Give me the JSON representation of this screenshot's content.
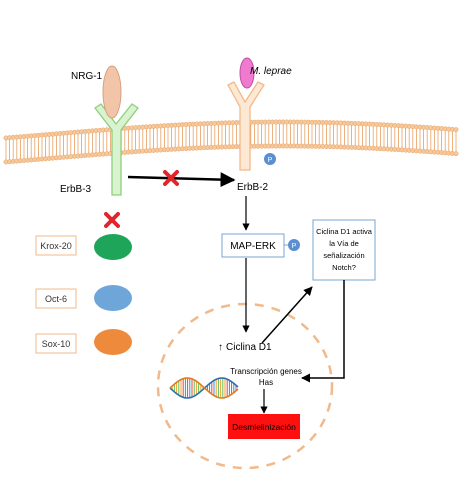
{
  "ligands": {
    "nrg1": "NRG-1",
    "mleprae": "M. leprae"
  },
  "receptors": {
    "erbb3": "ErbB-3",
    "erbb2": "ErbB-2"
  },
  "phospho_label": "P",
  "pathway": {
    "map_erk": "MAP-ERK",
    "cyclin_box_lines": [
      "Ciclina D1 activa",
      "la Vía de",
      "señalización",
      "Notch?"
    ],
    "cyclin_d1": "Ciclina D1",
    "up_arrow": "↑",
    "transcription_lines": [
      "Transcripción genes",
      "Has"
    ],
    "demyelination": "Desmielinización"
  },
  "transcription_factors": [
    {
      "label": "Krox-20",
      "color": "#1fa55a"
    },
    {
      "label": "Oct-6",
      "color": "#6fa6d9"
    },
    {
      "label": "Sox-10",
      "color": "#ee8a3c"
    }
  ],
  "colors": {
    "membrane": "#f6c89a",
    "membrane_edge": "#e8a060",
    "erbb3_body": "#d9f2d0",
    "erbb3_edge": "#8fcf7a",
    "erbb2_body": "#fde8d3",
    "erbb2_edge": "#f2b98a",
    "nrg1": "#f2c4a8",
    "mleprae": "#f07ad0",
    "phospho": "#5b8fd0",
    "block_x": "#e0262b",
    "box_border": "#7aa6d0",
    "demyelination_bg": "#ff1010",
    "nucleus_dash": "#f2b98a"
  }
}
